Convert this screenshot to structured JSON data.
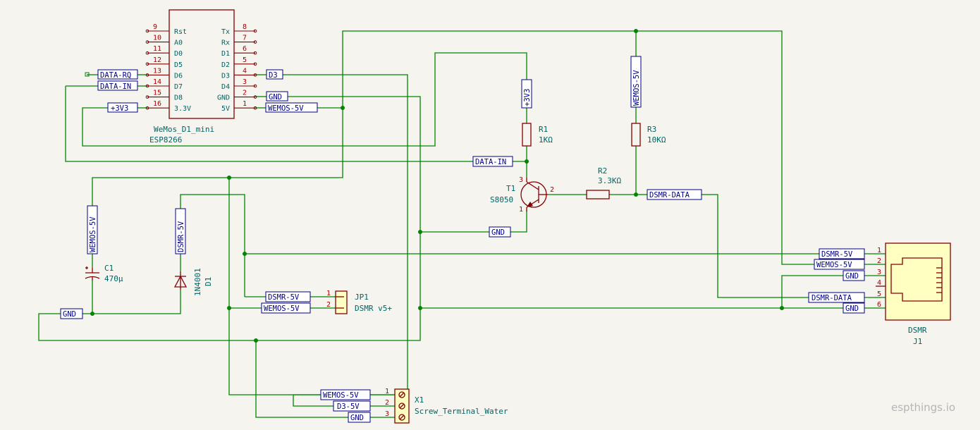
{
  "esp": {
    "ref1": "WeMos_D1_mini",
    "ref2": "ESP8266",
    "left_pins": [
      {
        "num": "9",
        "name": "Rst"
      },
      {
        "num": "10",
        "name": "A0"
      },
      {
        "num": "11",
        "name": "D0"
      },
      {
        "num": "12",
        "name": "D5"
      },
      {
        "num": "13",
        "name": "D6"
      },
      {
        "num": "14",
        "name": "D7"
      },
      {
        "num": "15",
        "name": "D8"
      },
      {
        "num": "16",
        "name": "3.3V"
      }
    ],
    "right_pins": [
      {
        "num": "8",
        "name": "Tx"
      },
      {
        "num": "7",
        "name": "Rx"
      },
      {
        "num": "6",
        "name": "D1"
      },
      {
        "num": "5",
        "name": "D2"
      },
      {
        "num": "4",
        "name": "D3"
      },
      {
        "num": "3",
        "name": "D4"
      },
      {
        "num": "2",
        "name": "GND"
      },
      {
        "num": "1",
        "name": "5V"
      }
    ]
  },
  "labels": {
    "data_rq": "DATA-RQ",
    "data_in": "DATA-IN",
    "v33": "+3V3",
    "d3": "D3",
    "gnd": "GND",
    "wemos5v": "WEMOS-5V",
    "dsmr5v": "DSMR-5V",
    "dsmr_data": "DSMR-DATA",
    "d3_5v": "D3-5V"
  },
  "r1": {
    "ref": "R1",
    "value": "1KΩ"
  },
  "r2": {
    "ref": "R2",
    "value": "3.3KΩ"
  },
  "r3": {
    "ref": "R3",
    "value": "10KΩ"
  },
  "t1": {
    "ref": "T1",
    "value": "S8050",
    "pins": [
      "1",
      "2",
      "3"
    ]
  },
  "c1": {
    "ref": "C1",
    "value": "470µ"
  },
  "d1": {
    "ref": "D1",
    "value": "1N4001"
  },
  "jp1": {
    "ref": "JP1",
    "value": "DSMR v5+",
    "pins": [
      "1",
      "2"
    ]
  },
  "x1": {
    "ref": "X1",
    "value": "Screw_Terminal_Water",
    "pins": [
      "1",
      "2",
      "3"
    ]
  },
  "j1": {
    "ref": "J1",
    "value": "DSMR",
    "pins": [
      "1",
      "2",
      "3",
      "4",
      "5",
      "6"
    ]
  },
  "watermark": "espthings.io"
}
